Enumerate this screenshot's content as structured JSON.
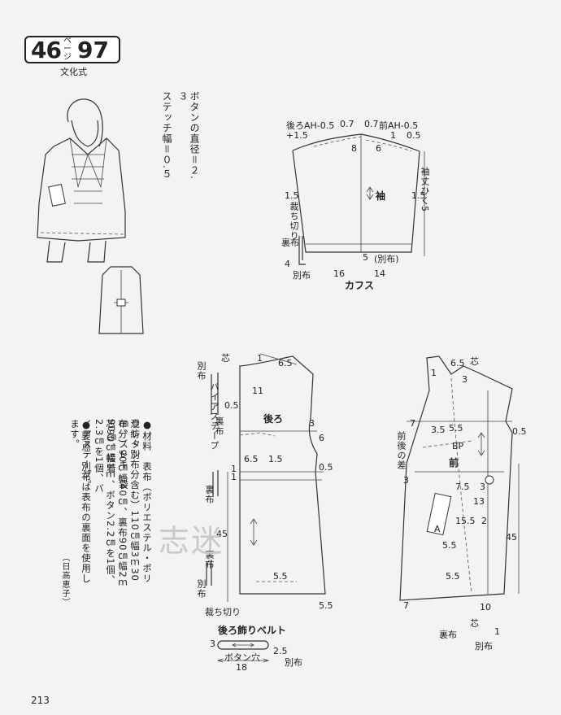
{
  "header": {
    "page_num": "46",
    "page_label": "ページ",
    "pattern_num": "97",
    "style": "文化式"
  },
  "button_note": [
    "ボタンの直径＝２.３",
    "ステッチ幅＝０.５"
  ],
  "materials": {
    "lines": [
      "●材料　表布（ポリエステル・ポリウレタン",
      "混紡・別布分含む）110㎝幅3ｍ30㎝、スレキ（袋",
      "布分）90㎝幅40㎝、裏布90㎝幅2ｍ90㎝、接着",
      "芯90㎝幅1ｍ、ボタン2.2㎝を1個、2.3㎝を1個、バ",
      "イアステープ。",
      "●要点　別布は表布の裏面を使用します。"
    ],
    "credit": "（日高恵子）"
  },
  "sleeve": {
    "back_ah": "後ろAH-0.5",
    "front_ah": "前AH-0.5",
    "sleeve_label": "袖",
    "length_label": "袖丈ひく5",
    "cut_label": "裁ち切り",
    "lining": "裏布",
    "separate": "別布",
    "cuff": "カフス",
    "m_07a": "0.7",
    "m_07b": "0.7",
    "m_15top": "+1.5",
    "m_1": "1",
    "m_05": "0.5",
    "m_8": "8",
    "m_6": "6",
    "m_15l": "1.5",
    "m_15r": "1.5",
    "m_4": "4",
    "m_16": "16",
    "m_14": "14",
    "m_5": "5",
    "m_sep": "(別布)"
  },
  "back_body": {
    "label": "後ろ",
    "interfacing": "芯",
    "separate": "別布",
    "bias": "バイアステープ",
    "lining": "裏布",
    "cut": "裁ち切り",
    "m_1": "1",
    "m_65": "6.5",
    "m_11": "11",
    "m_05": "0.5",
    "m_3": "3",
    "m_6": "6",
    "m_65b": "6.5",
    "m_15": "1.5",
    "m_05b": "0.5",
    "m_1b": "1",
    "m_1c": "1",
    "m_45": "45",
    "m_55": "5.5",
    "m_55b": "5.5"
  },
  "front_body": {
    "label": "前",
    "bp": "BP",
    "diff": "前後の差",
    "interfacing": "芯",
    "lining": "裏布",
    "separate": "別布",
    "m_65": "6.5",
    "m_3": "3",
    "m_1": "1",
    "m_05": "0.5",
    "m_7": "7",
    "m_35": "3.5",
    "m_55": "5.5",
    "m_3b": "3",
    "m_75": "7.5",
    "m_3c": "3",
    "m_13": "13",
    "m_155": "15.5",
    "m_2": "2",
    "m_55b": "5.5",
    "m_45": "45",
    "m_55c": "5.5",
    "m_7b": "7",
    "m_10": "10",
    "m_a": "A",
    "m_1b": "1"
  },
  "belt": {
    "title": "後ろ飾りベルト",
    "buttonhole": "ボタン穴",
    "m_3": "3",
    "m_25": "2.5",
    "m_18": "18",
    "separate": "別布"
  },
  "watermark": "志迷",
  "page_number": "213"
}
